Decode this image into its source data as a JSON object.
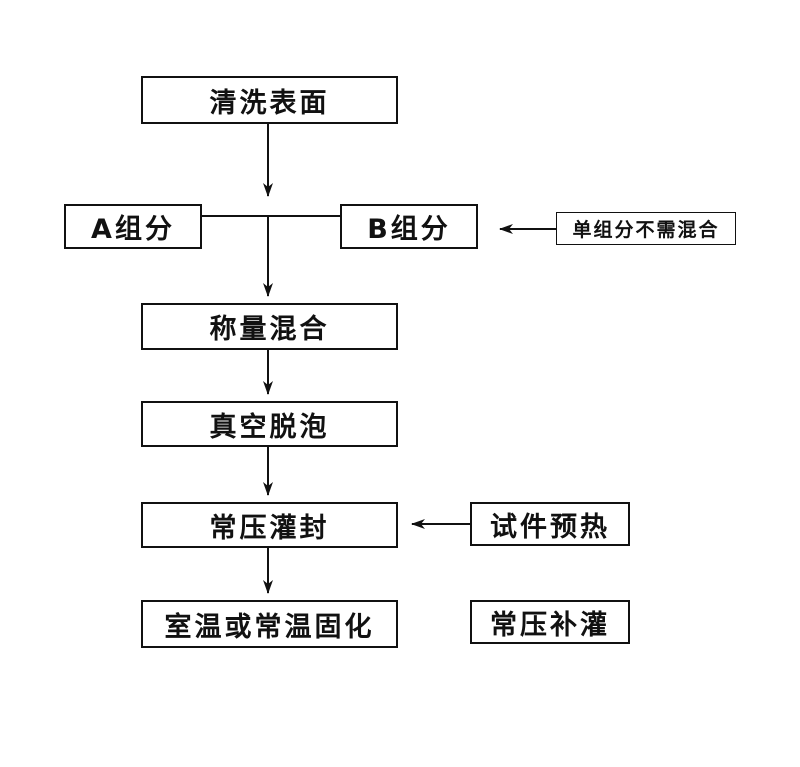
{
  "diagram": {
    "steps": {
      "clean_surface": "清洗表面",
      "component_a": "A组分",
      "component_b": "B组分",
      "single_component_note": "单组分不需混合",
      "weigh_mix": "称量混合",
      "vacuum_degas": "真空脱泡",
      "pressure_potting": "常压灌封",
      "preheat_part": "试件预热",
      "cure": "室温或常温固化",
      "refill": "常压补灌"
    },
    "colors": {
      "stroke": "#111111",
      "background": "#ffffff"
    }
  }
}
